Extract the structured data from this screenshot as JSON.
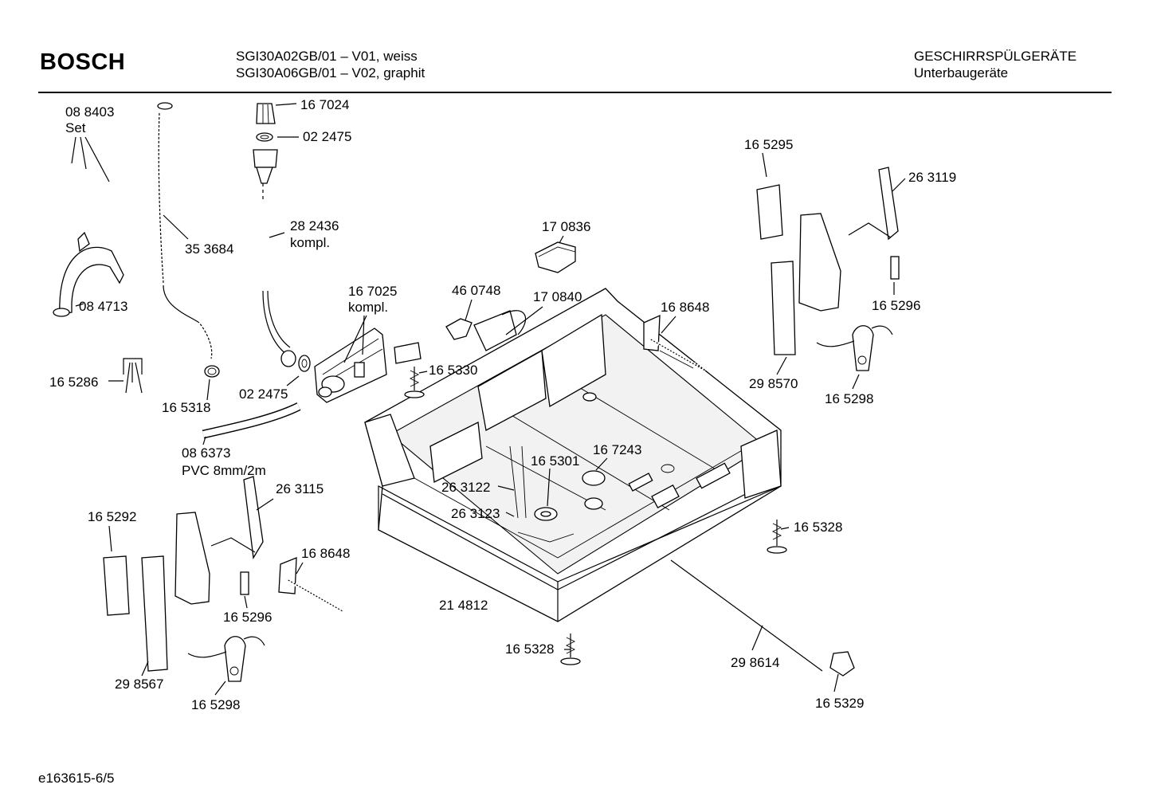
{
  "header": {
    "brand": "BOSCH",
    "model_line_1": "SGI30A02GB/01 – V01, weiss",
    "model_line_2": "SGI30A06GB/01 – V02, graphit",
    "category": "GESCHIRRSPÜLGERÄTE",
    "subcategory": "Unterbaugeräte"
  },
  "footer": {
    "code": "e163615-6/5"
  },
  "labels": {
    "p088403": "08 8403",
    "p088403_note": "Set",
    "p353684": "35 3684",
    "p167024": "16 7024",
    "p022475_top": "02 2475",
    "p282436": "28 2436",
    "p282436_note": "kompl.",
    "p084713": "08 4713",
    "p165286": "16 5286",
    "p165318": "16 5318",
    "p022475_mid": "02 2475",
    "p167025": "16 7025",
    "p167025_note": "kompl.",
    "p460748": "46 0748",
    "p170836": "17 0836",
    "p170840": "17 0840",
    "p165330": "16 5330",
    "p168648_top": "16 8648",
    "p165295": "16 5295",
    "p263119": "26 3119",
    "p165296_r": "16 5296",
    "p298570": "29 8570",
    "p165298_r": "16 5298",
    "p086373": "08 6373",
    "p086373_note": "PVC 8mm/2m",
    "p263115": "26 3115",
    "p165292": "16 5292",
    "p168648_bot": "16 8648",
    "p165296_l": "16 5296",
    "p298567": "29 8567",
    "p165298_l": "16 5298",
    "p165301": "16 5301",
    "p167243": "16 7243",
    "p263122": "26 3122",
    "p263123": "26 3123",
    "p165328_r": "16 5328",
    "p214812": "21 4812",
    "p165328_b": "16 5328",
    "p298614": "29 8614",
    "p165329": "16 5329"
  }
}
